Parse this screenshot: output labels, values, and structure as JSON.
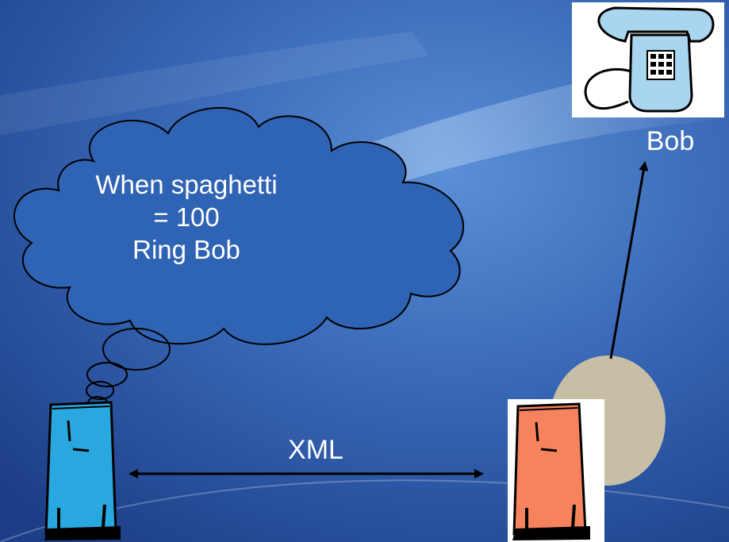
{
  "cloud": {
    "line1": "When spaghetti",
    "line2": "= 100",
    "line3": "Ring Bob"
  },
  "connection": {
    "label": "XML"
  },
  "phone": {
    "label": "Bob"
  },
  "colors": {
    "background": "#2e5aa8",
    "fridge_left": "#29a7df",
    "fridge_right": "#f7825e",
    "node_circle": "#c7bea6",
    "phone_body": "#a9d5ef"
  },
  "icons": [
    "thought-cloud-icon",
    "blue-fridge-icon",
    "orange-fridge-icon",
    "telephone-icon"
  ]
}
